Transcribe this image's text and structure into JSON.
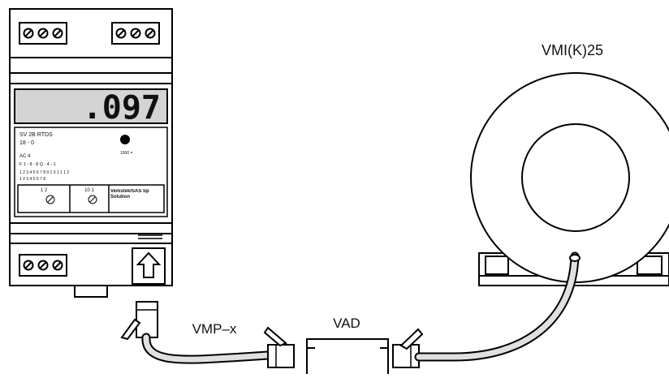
{
  "meter": {
    "display_value": ".097",
    "panel_lines": [
      "SV 2B RTDS",
      "18 - 0",
      "AC 4",
      "F  1 : 8 : 8  Q : 4 - 1",
      "1000 =",
      "1 2 3 4 5 6 7 8 9 1 0 1 1 1 2",
      "1 2 3 4 5 6 7 8"
    ],
    "channel_1": "1  2",
    "channel_2": "10  1",
    "brand_text": "Vemstek/SAS Sp Solution"
  },
  "labels": {
    "transformer": "VMI(K)25",
    "cable": "VMP–x",
    "adapter": "VAD"
  },
  "colors": {
    "line": "#000000",
    "lcd_background": "#d4d4d4",
    "body_fill": "#ffffff",
    "cable_fill": "#e0e0e0"
  }
}
